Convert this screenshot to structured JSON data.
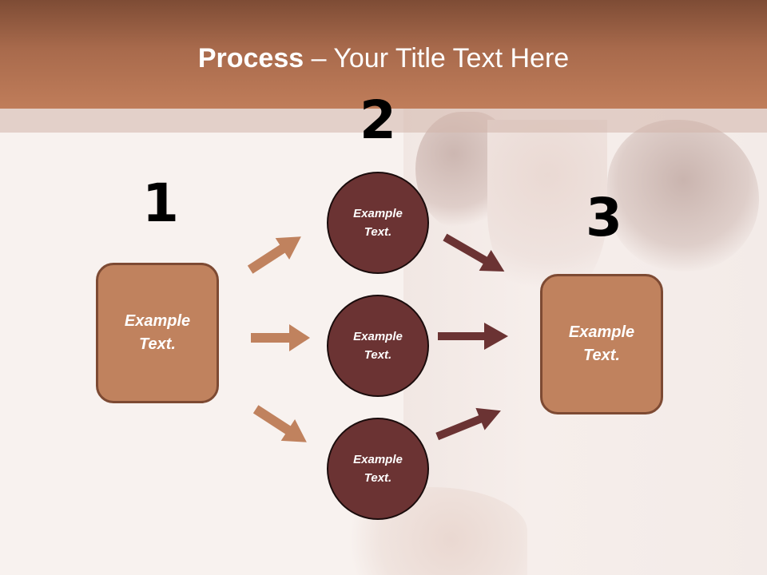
{
  "title": {
    "bold": "Process",
    "rest": " – Your Title Text Here"
  },
  "steps": [
    {
      "number": "1",
      "text_line1": "Example",
      "text_line2": "Text."
    },
    {
      "number": "2"
    },
    {
      "number": "3",
      "text_line1": "Example",
      "text_line2": "Text."
    }
  ],
  "circles": [
    {
      "text_line1": "Example",
      "text_line2": "Text."
    },
    {
      "text_line1": "Example",
      "text_line2": "Text."
    },
    {
      "text_line1": "Example",
      "text_line2": "Text."
    }
  ],
  "colors": {
    "box_fill": "#c0825e",
    "circle_fill": "#6b3333",
    "arrow_light": "#c0825e",
    "arrow_dark": "#6b3333",
    "title_band": "#b0714f"
  }
}
